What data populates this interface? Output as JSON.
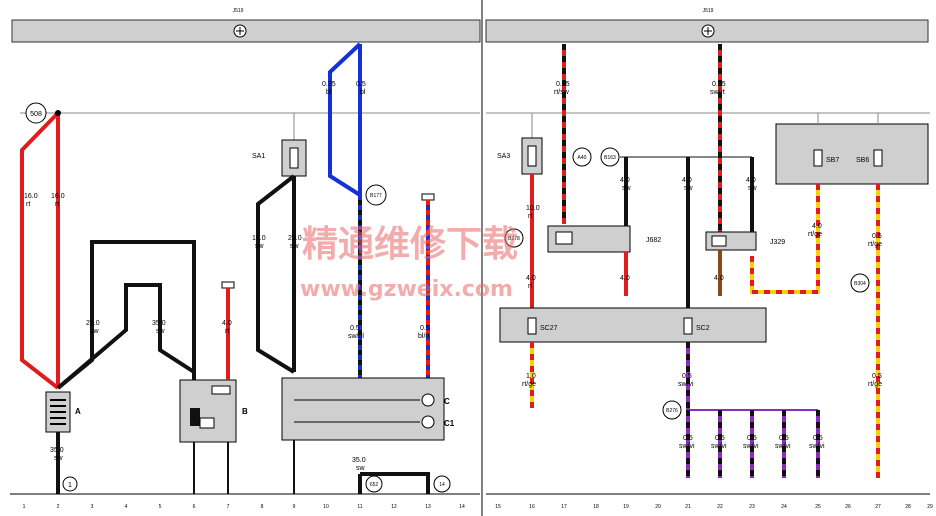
{
  "pages": {
    "left": "J519",
    "right": "J519"
  },
  "colors": {
    "red": "#e21c1c",
    "black": "#111111",
    "blue": "#1530d8",
    "yellow": "#f2d400",
    "purple": "#8a2bc4",
    "gray": "#cfcfcf"
  },
  "components": {
    "battery": "A",
    "starter": "B",
    "C": "C",
    "C1": "C1",
    "SA1": "SA1",
    "SA3": "SA3",
    "SB7": "SB7",
    "SB6": "SB6",
    "SC27": "SC27",
    "SC2": "SC2",
    "J682": "J682",
    "J329": "J329"
  },
  "nodes": {
    "508": "508",
    "B177": "B177",
    "A40": "A40",
    "B163": "B163",
    "B278": "B278",
    "B276": "B276",
    "B304": "B304",
    "1": "1",
    "652": "652",
    "14": "14"
  },
  "wires": {
    "w1": [
      "16.0",
      "rt"
    ],
    "w2": [
      "16.0",
      "rt"
    ],
    "w3": [
      "25.0",
      "sw"
    ],
    "w4": [
      "35.0",
      "sw"
    ],
    "w5": [
      "16.0",
      "sw"
    ],
    "w6": [
      "25.0",
      "sw"
    ],
    "w7": [
      "4.0",
      "rt"
    ],
    "w8": [
      "0.35",
      "bl"
    ],
    "w9": [
      "0.5",
      "bl"
    ],
    "w10": [
      "0.5",
      "sw/bl"
    ],
    "w11": [
      "0.5",
      "bl/rt"
    ],
    "w12": [
      "35.0",
      "sw"
    ],
    "w13": [
      "35.0",
      "sw"
    ],
    "w14": [
      "0.35",
      "rt/sw"
    ],
    "w15": [
      "0.35",
      "sw/rt"
    ],
    "w16": [
      "10.0",
      "rt"
    ],
    "w17": [
      "4.0",
      "rt"
    ],
    "w18": [
      "4.0",
      "sw"
    ],
    "w19": [
      "4.0",
      "sw"
    ],
    "w20": [
      "4.0",
      "sw"
    ],
    "w21": [
      "4.0",
      "rt/ge"
    ],
    "w22": [
      "1.0",
      "rt/ge"
    ],
    "w23": [
      "0.5",
      "sw/vi"
    ],
    "w24": [
      "0.5",
      "rt/ge"
    ],
    "b1": [
      "0.5",
      "sw/vi"
    ],
    "b2": [
      "0.5",
      "sw/vi"
    ],
    "b3": [
      "0.5",
      "sw/vi"
    ],
    "b4": [
      "0.5",
      "sw/vi"
    ],
    "b5": [
      "0.5",
      "sw/vi"
    ]
  },
  "column_numbers": [
    "1",
    "2",
    "3",
    "4",
    "5",
    "6",
    "7",
    "8",
    "9",
    "10",
    "11",
    "12",
    "13",
    "14",
    "15",
    "16",
    "17",
    "18",
    "19",
    "20",
    "21",
    "22",
    "23",
    "24",
    "25",
    "26",
    "27",
    "28",
    "29"
  ],
  "watermark": {
    "line1": "精通维修下载",
    "line2": "www.gzweix.com"
  }
}
